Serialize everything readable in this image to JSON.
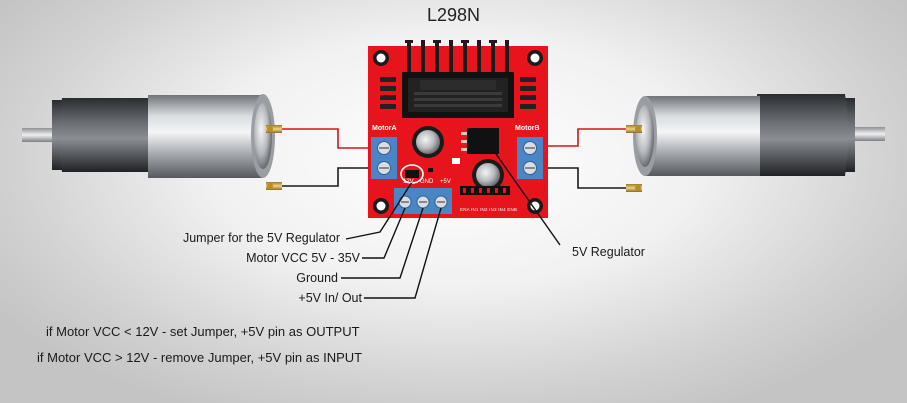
{
  "title": "L298N",
  "board": {
    "motor_a_label": "MotorA",
    "motor_b_label": "MotorB",
    "pin_12v": "12V",
    "pin_gnd": "GND",
    "pin_5v": "+5V",
    "control_pins": "ENA IN1 IN2 IN3 IN4 ENB"
  },
  "callouts": {
    "jumper": "Jumper for the 5V Regulator",
    "motor_vcc": "Motor VCC 5V - 35V",
    "ground": "Ground",
    "five_v": "+5V In/ Out",
    "regulator": "5V Regulator"
  },
  "notes": {
    "line1": "if Motor VCC < 12V - set Jumper, +5V pin as OUTPUT",
    "line2": "if Motor VCC > 12V - remove Jumper, +5V pin as INPUT"
  },
  "colors": {
    "board": "#e8141c",
    "terminal": "#4a86c5",
    "wire_red": "#d6141a",
    "wire_black": "#1a1a1a"
  }
}
